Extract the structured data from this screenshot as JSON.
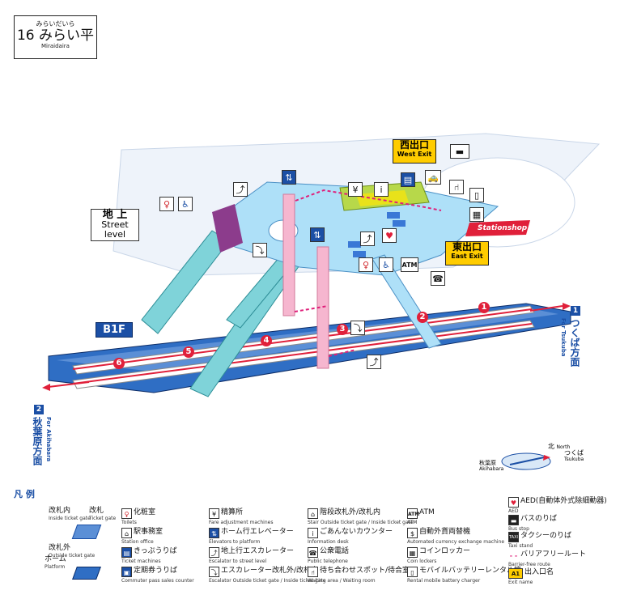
{
  "station": {
    "ruby": "みらいだいら",
    "number_name": "16 みらい平",
    "romaji": "Miraidaira"
  },
  "levels": {
    "street_ja": "地 上",
    "street_en": "Street level",
    "b1f": "B1F"
  },
  "exits": {
    "west_ja": "西出口",
    "west_en": "West Exit",
    "east_ja": "東出口",
    "east_en": "East Exit"
  },
  "station_shop": "Stationshop",
  "car_numbers": [
    "1",
    "2",
    "3",
    "4",
    "5",
    "6"
  ],
  "directions": {
    "tsukuba_num": "1",
    "tsukuba_en": "For Tsukuba",
    "tsukuba_ja": "つくば方面",
    "akihabara_num": "2",
    "akihabara_en": "For Akihabara",
    "akihabara_ja": "秋葉原方面"
  },
  "compass": {
    "north_ja": "北",
    "north_en": "North",
    "tsukuba_ja": "つくば",
    "tsukuba_en": "Tsukuba",
    "akihabara_ja": "秋葉原",
    "akihabara_en": "Akihabara"
  },
  "legend": {
    "title": "凡 例",
    "gate_inside_ja": "改札内",
    "gate_inside_en": "Inside ticket gate",
    "gate_ja": "改札",
    "gate_en": "Ticket gate",
    "gate_outside_ja": "改札外",
    "gate_outside_en": "Outside ticket gate",
    "platform_ja": "ホーム",
    "platform_en": "Platform",
    "items": [
      {
        "ja": "化粧室",
        "en": "Toilets"
      },
      {
        "ja": "駅事務室",
        "en": "Station office"
      },
      {
        "ja": "きっぷうりば",
        "en": "Ticket machines"
      },
      {
        "ja": "定期券うりば",
        "en": "Commuter pass sales counter"
      },
      {
        "ja": "精算所",
        "en": "Fare adjustment machines"
      },
      {
        "ja": "ホーム行エレベーター",
        "en": "Elevators to platform"
      },
      {
        "ja": "地上行エスカレーター",
        "en": "Escalator to street level"
      },
      {
        "ja": "エスカレーター改札外/改札内",
        "en": "Escalator Outside ticket gate / Inside ticket gate"
      },
      {
        "ja": "階段改札外/改札内",
        "en": "Stair Outside ticket gate / Inside ticket gate"
      },
      {
        "ja": "ごあんないカウンター",
        "en": "Information desk"
      },
      {
        "ja": "公衆電話",
        "en": "Public telephone"
      },
      {
        "ja": "待ち合わせスポット/待合室",
        "en": "Waiting area / Waiting room"
      },
      {
        "ja": "ATM",
        "en": "ATM"
      },
      {
        "ja": "自動外貨両替機",
        "en": "Automated currency exchange machine"
      },
      {
        "ja": "コインロッカー",
        "en": "Coin lockers"
      },
      {
        "ja": "モバイルバッテリーレンタル機",
        "en": "Rental mobile battery charger"
      },
      {
        "ja": "AED(自動体外式除細動器)",
        "en": "AED"
      },
      {
        "ja": "バスのりば",
        "en": "Bus stop"
      },
      {
        "ja": "タクシーのりば",
        "en": "Taxi stand"
      },
      {
        "ja": "バリアフリールート",
        "en": "Barrier-free route"
      },
      {
        "ja": "出入口名",
        "en": "Exit name"
      }
    ],
    "exit_sample": "A1"
  },
  "icons": {
    "atm": "ATM",
    "taxi": "TAXI",
    "toilet": "toilet-icon",
    "elevator": "elevator-icon",
    "escalator": "escalator-icon",
    "info": "i",
    "phone": "phone-icon",
    "aed": "aed-icon",
    "bus": "bus-icon"
  },
  "colors": {
    "concourse": "#aee0f8",
    "platform": "#2f6ec4",
    "rail_line": "#e0203a",
    "elevator_pink": "#f6b6cf",
    "gate_zone": "#b7d84a",
    "gate_zone_dark": "#e8e21a",
    "stair": "#7fd3d9",
    "exit_yellow": "#ffcc00",
    "accent_blue": "#1b4fa5",
    "road": "#eef3fa"
  }
}
